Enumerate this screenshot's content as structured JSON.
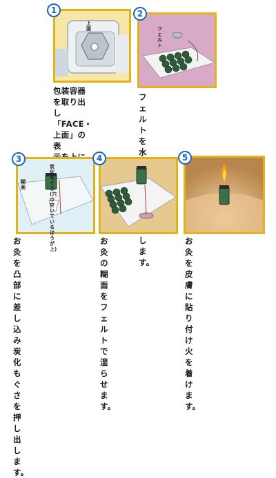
{
  "steps": [
    {
      "number": "1",
      "caption": "包装容器を取り出し\n「FACE・上面」の表\n示を上にして開いて\nください。",
      "labels": [
        "上面"
      ]
    },
    {
      "number": "2",
      "caption": "フェルトを水で濡ら\nし元に戻します。",
      "labels": [
        "フェルト"
      ]
    },
    {
      "number": "3",
      "caption": "お灸を凸部に差し込\nみ炭化もぐさを押し\n出します。",
      "labels": [
        "炭化もぐさ\n(穴の空いているほうが上)",
        "糊面"
      ]
    },
    {
      "number": "4",
      "caption": "お灸の糊面をフェル\nトで湿らせます。",
      "labels": []
    },
    {
      "number": "5",
      "caption": "お灸を皮膚に貼り付\nけ火を着けます。",
      "labels": []
    }
  ],
  "colors": {
    "border": "#e2b21b",
    "badge": "#1f66b8"
  }
}
